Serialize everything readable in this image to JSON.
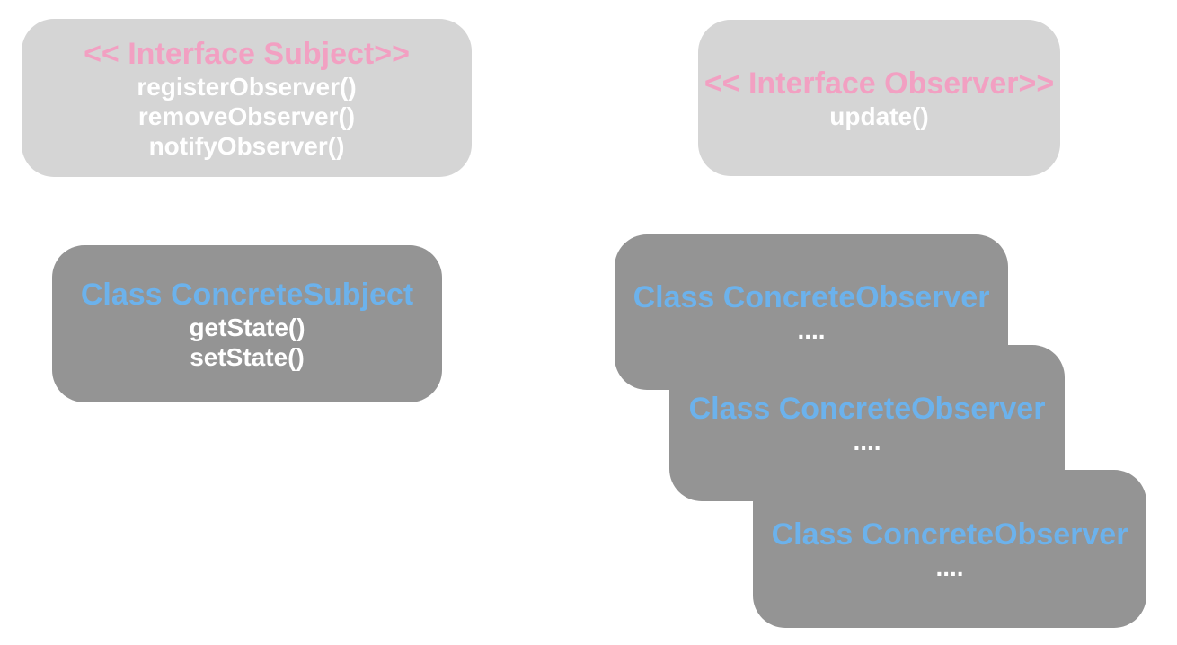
{
  "colors": {
    "interface_bg": "#d5d5d5",
    "class_bg": "#949494",
    "pink": "#f2a0c2",
    "blue": "#6cb2ec",
    "method": "#ffffff"
  },
  "diagram": {
    "pattern": "Observer",
    "boxes": [
      {
        "type": "interface",
        "title": "<< Interface Subject>>",
        "methods": [
          "registerObserver()",
          "removeObserver()",
          "notifyObserver()"
        ]
      },
      {
        "type": "interface",
        "title": "<< Interface Observer>>",
        "methods": [
          "update()"
        ]
      },
      {
        "type": "class",
        "title": "Class ConcreteSubject",
        "methods": [
          "getState()",
          "setState()"
        ]
      },
      {
        "type": "class",
        "title": "Class ConcreteObserver",
        "methods": [
          "...."
        ]
      },
      {
        "type": "class",
        "title": "Class ConcreteObserver",
        "methods": [
          "...."
        ]
      },
      {
        "type": "class",
        "title": "Class ConcreteObserver",
        "methods": [
          "...."
        ]
      }
    ]
  }
}
